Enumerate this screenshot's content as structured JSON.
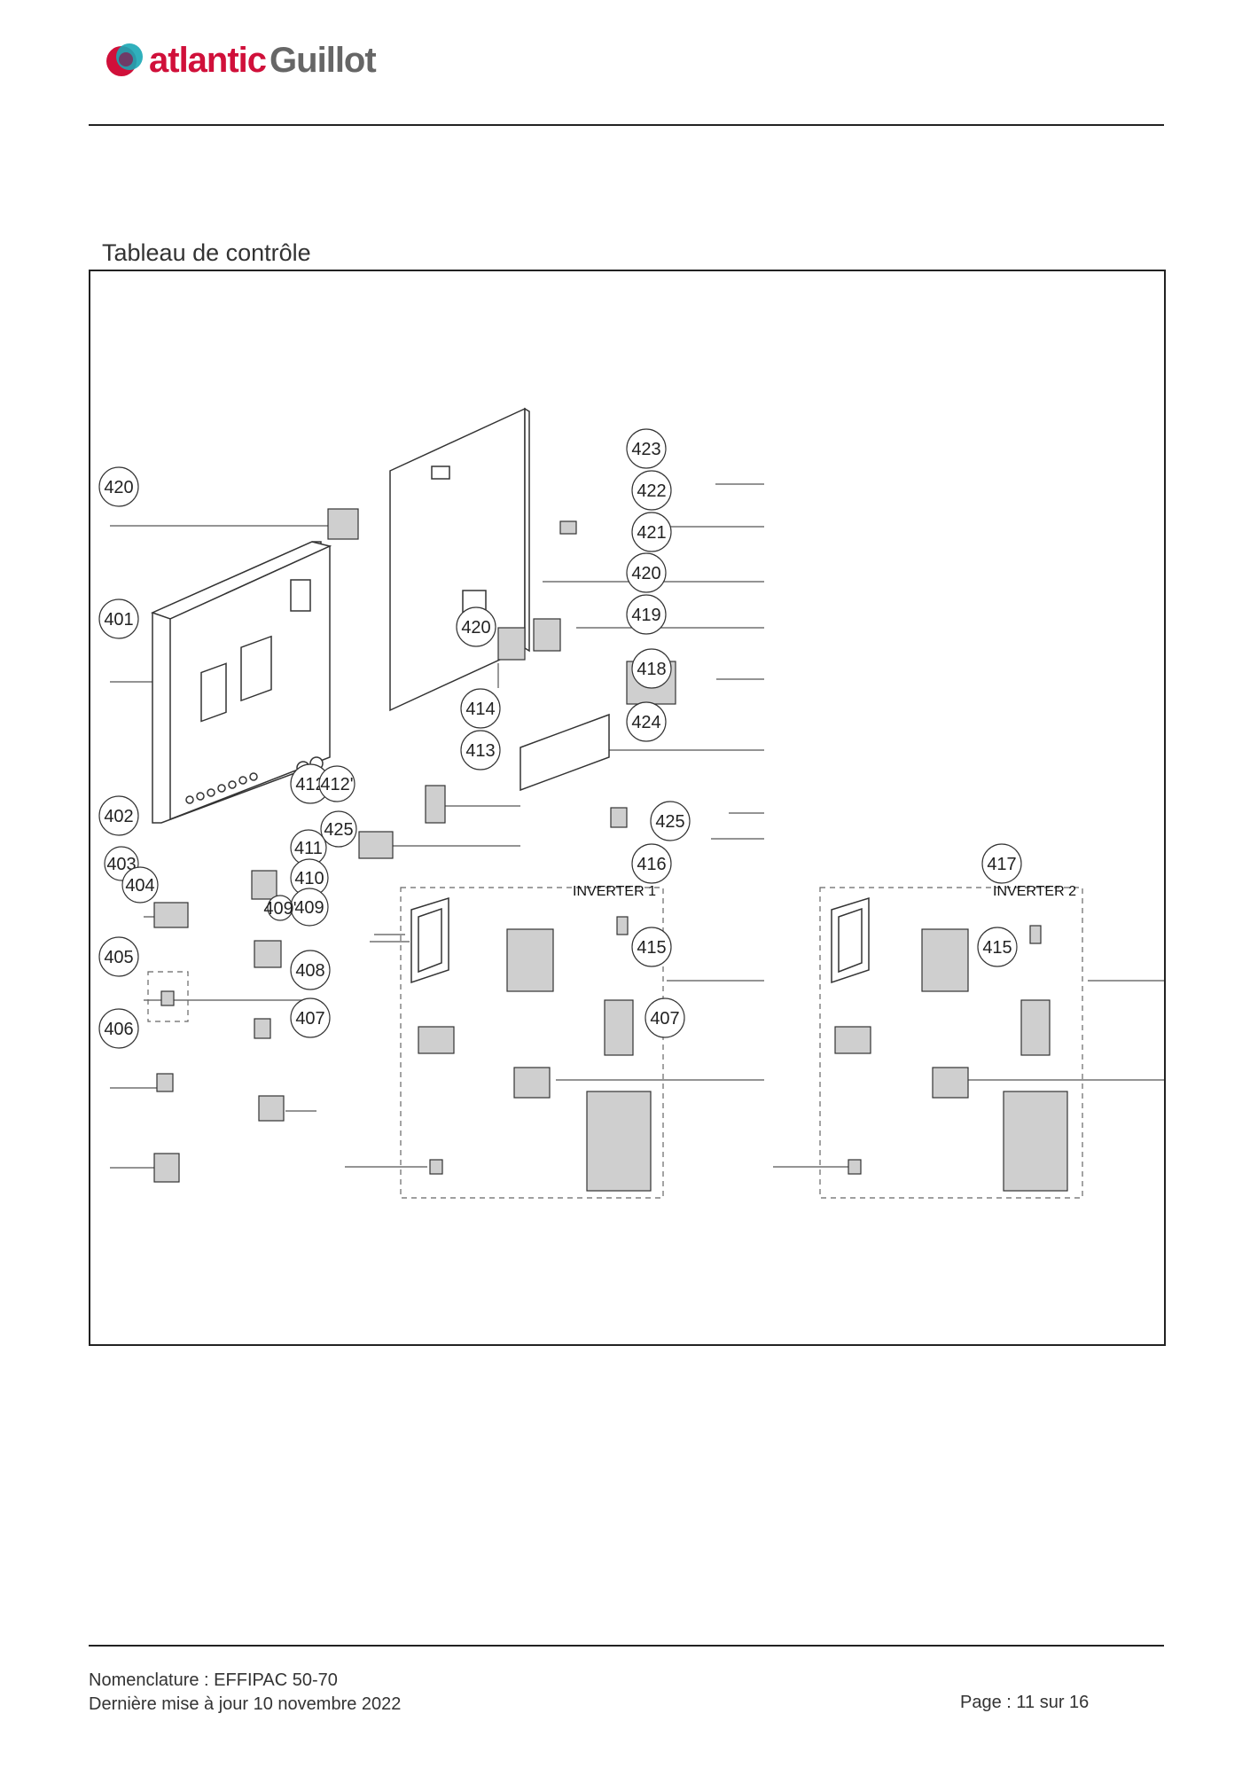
{
  "header": {
    "logo_part1": "atlantic",
    "logo_part2": "Guillot"
  },
  "section_title": "Tableau de contrôle",
  "diagram": {
    "callouts": [
      {
        "id": "c-420-left",
        "label": "420"
      },
      {
        "id": "c-401",
        "label": "401"
      },
      {
        "id": "c-402",
        "label": "402"
      },
      {
        "id": "c-403",
        "label": "403"
      },
      {
        "id": "c-404",
        "label": "404"
      },
      {
        "id": "c-405",
        "label": "405"
      },
      {
        "id": "c-406",
        "label": "406"
      },
      {
        "id": "c-412",
        "label": "412"
      },
      {
        "id": "c-412b",
        "label": "412'"
      },
      {
        "id": "c-425-left",
        "label": "425"
      },
      {
        "id": "c-411",
        "label": "411"
      },
      {
        "id": "c-410",
        "label": "410"
      },
      {
        "id": "c-409",
        "label": "409"
      },
      {
        "id": "c-409s",
        "label": "409'"
      },
      {
        "id": "c-408",
        "label": "408"
      },
      {
        "id": "c-407-left",
        "label": "407"
      },
      {
        "id": "c-420-mid",
        "label": "420"
      },
      {
        "id": "c-414",
        "label": "414"
      },
      {
        "id": "c-413",
        "label": "413"
      },
      {
        "id": "c-423",
        "label": "423"
      },
      {
        "id": "c-422",
        "label": "422"
      },
      {
        "id": "c-421",
        "label": "421"
      },
      {
        "id": "c-420-right",
        "label": "420"
      },
      {
        "id": "c-419",
        "label": "419"
      },
      {
        "id": "c-418",
        "label": "418"
      },
      {
        "id": "c-424",
        "label": "424"
      },
      {
        "id": "c-425-right",
        "label": "425"
      },
      {
        "id": "c-416",
        "label": "416"
      },
      {
        "id": "c-415-a",
        "label": "415"
      },
      {
        "id": "c-407-mid",
        "label": "407"
      },
      {
        "id": "c-417",
        "label": "417"
      },
      {
        "id": "c-415-b",
        "label": "415"
      }
    ],
    "inverter1_label": "INVERTER 1",
    "inverter2_label": "INVERTER 2"
  },
  "footer": {
    "nomenclature": "Nomenclature : EFFIPAC 50-70",
    "last_update": "Dernière mise à jour 10 novembre 2022",
    "page": "Page : 11 sur 16"
  }
}
